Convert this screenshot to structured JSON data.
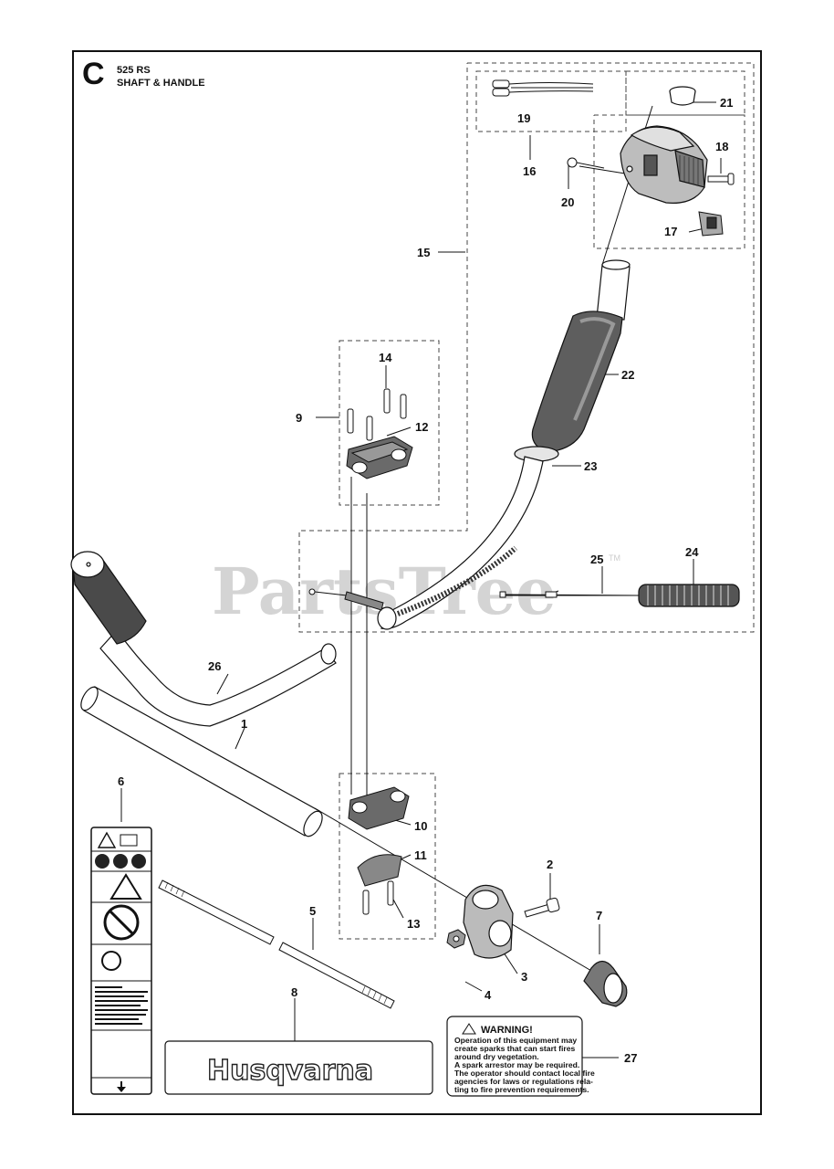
{
  "header": {
    "section_letter": "C",
    "model": "525 RS",
    "section_name": "SHAFT & HANDLE"
  },
  "watermark": {
    "text": "PartsTree",
    "trademark": "TM"
  },
  "callouts": [
    "1",
    "2",
    "3",
    "4",
    "5",
    "6",
    "7",
    "8",
    "9",
    "10",
    "11",
    "12",
    "13",
    "14",
    "15",
    "16",
    "17",
    "18",
    "19",
    "20",
    "21",
    "22",
    "23",
    "24",
    "25",
    "26",
    "27"
  ],
  "warning_label": {
    "title": "WARNING!",
    "lines": [
      "Operation of this equipment may",
      "create sparks that can start fires",
      "around dry vegetation.",
      "A spark arrestor may be required.",
      "The operator should contact local fire",
      "agencies for laws or regulations rela-",
      "ting to fire prevention requirements."
    ]
  },
  "decal_brand": "Husqvarna",
  "colors": {
    "line": "#111111",
    "watermark": "#d4d4d4",
    "background": "#ffffff"
  }
}
